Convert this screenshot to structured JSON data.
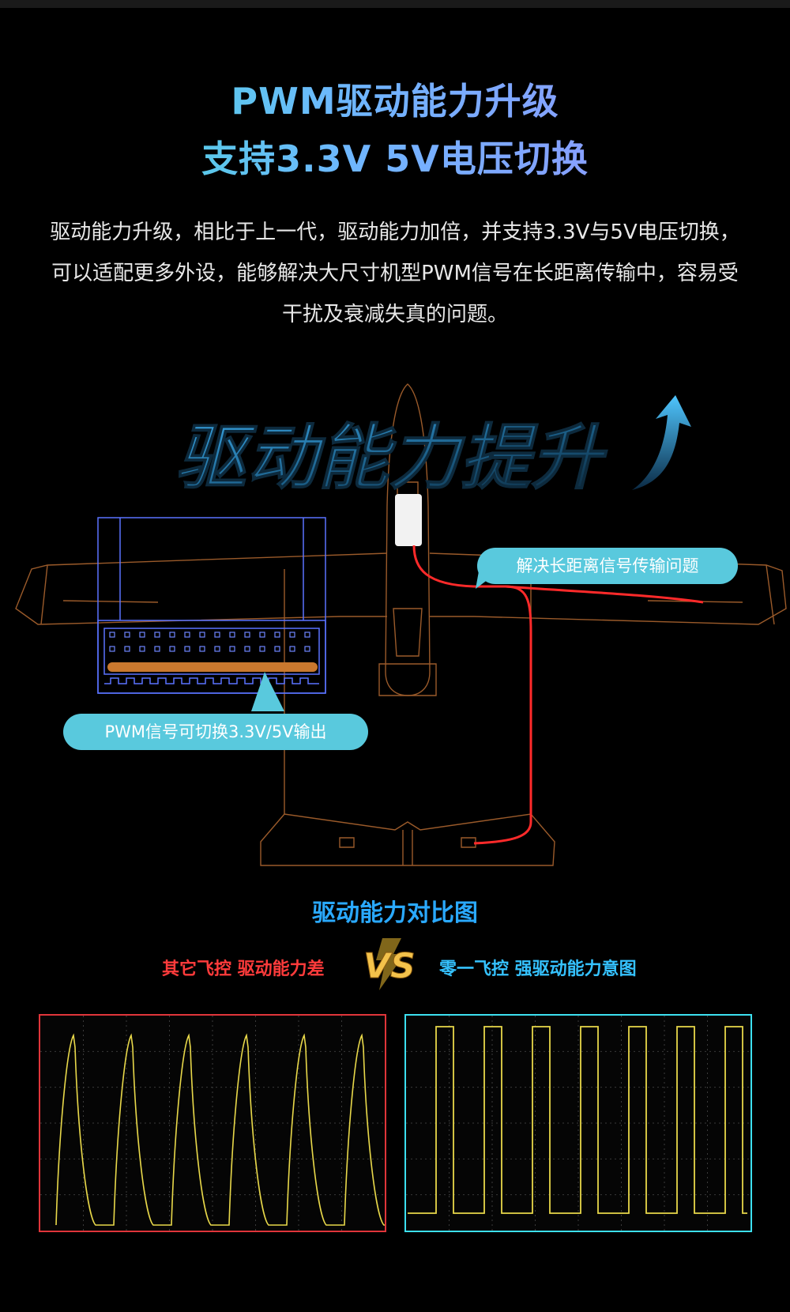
{
  "header": {
    "title_line1": "PWM驱动能力升级",
    "title_line2": "支持3.3V 5V电压切换"
  },
  "description": "驱动能力升级，相比于上一代，驱动能力加倍，并支持3.3V与5V电压切换，可以适配更多外设，能够解决大尺寸机型PWM信号在长距离传输中，容易受干扰及衰减失真的问题。",
  "hero": {
    "slogan": "驱动能力提升",
    "arrow_icon": "up-arrow-icon",
    "callout_right": "解决长距离信号传输问题",
    "callout_left": "PWM信号可切换3.3V/5V输出"
  },
  "comparison": {
    "title": "驱动能力对比图",
    "left_label": "其它飞控 驱动能力差",
    "right_label": "零一飞控 强驱动能力意图",
    "vs_text": "VS",
    "colors": {
      "accent": "#2aa9ff",
      "left": "#ff3b3b",
      "right": "#35c2ff",
      "waveform": "#e8d84a"
    }
  }
}
